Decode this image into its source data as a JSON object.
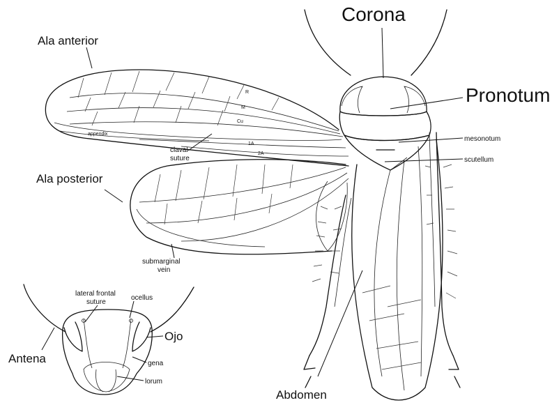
{
  "labels": {
    "corona": "Corona",
    "pronotum": "Pronotum",
    "mesonotum": "mesonotum",
    "scutellum": "scutellum",
    "ala_anterior": "Ala anterior",
    "ala_posterior": "Ala posterior",
    "appendix": "appendix",
    "claval_suture_1": "claval",
    "claval_suture_2": "suture",
    "submarginal_vein_1": "submarginal",
    "submarginal_vein_2": "vein",
    "lateral_frontal_suture_1": "lateral frontal",
    "lateral_frontal_suture_2": "suture",
    "ocellus": "ocellus",
    "ojo": "Ojo",
    "antena": "Antena",
    "gena": "gena",
    "lorum": "lorum",
    "abdomen": "Abdomen",
    "vein_r": "R",
    "vein_m": "M",
    "vein_cu": "Cu",
    "vein_1a": "1A",
    "vein_2a": "2A"
  }
}
